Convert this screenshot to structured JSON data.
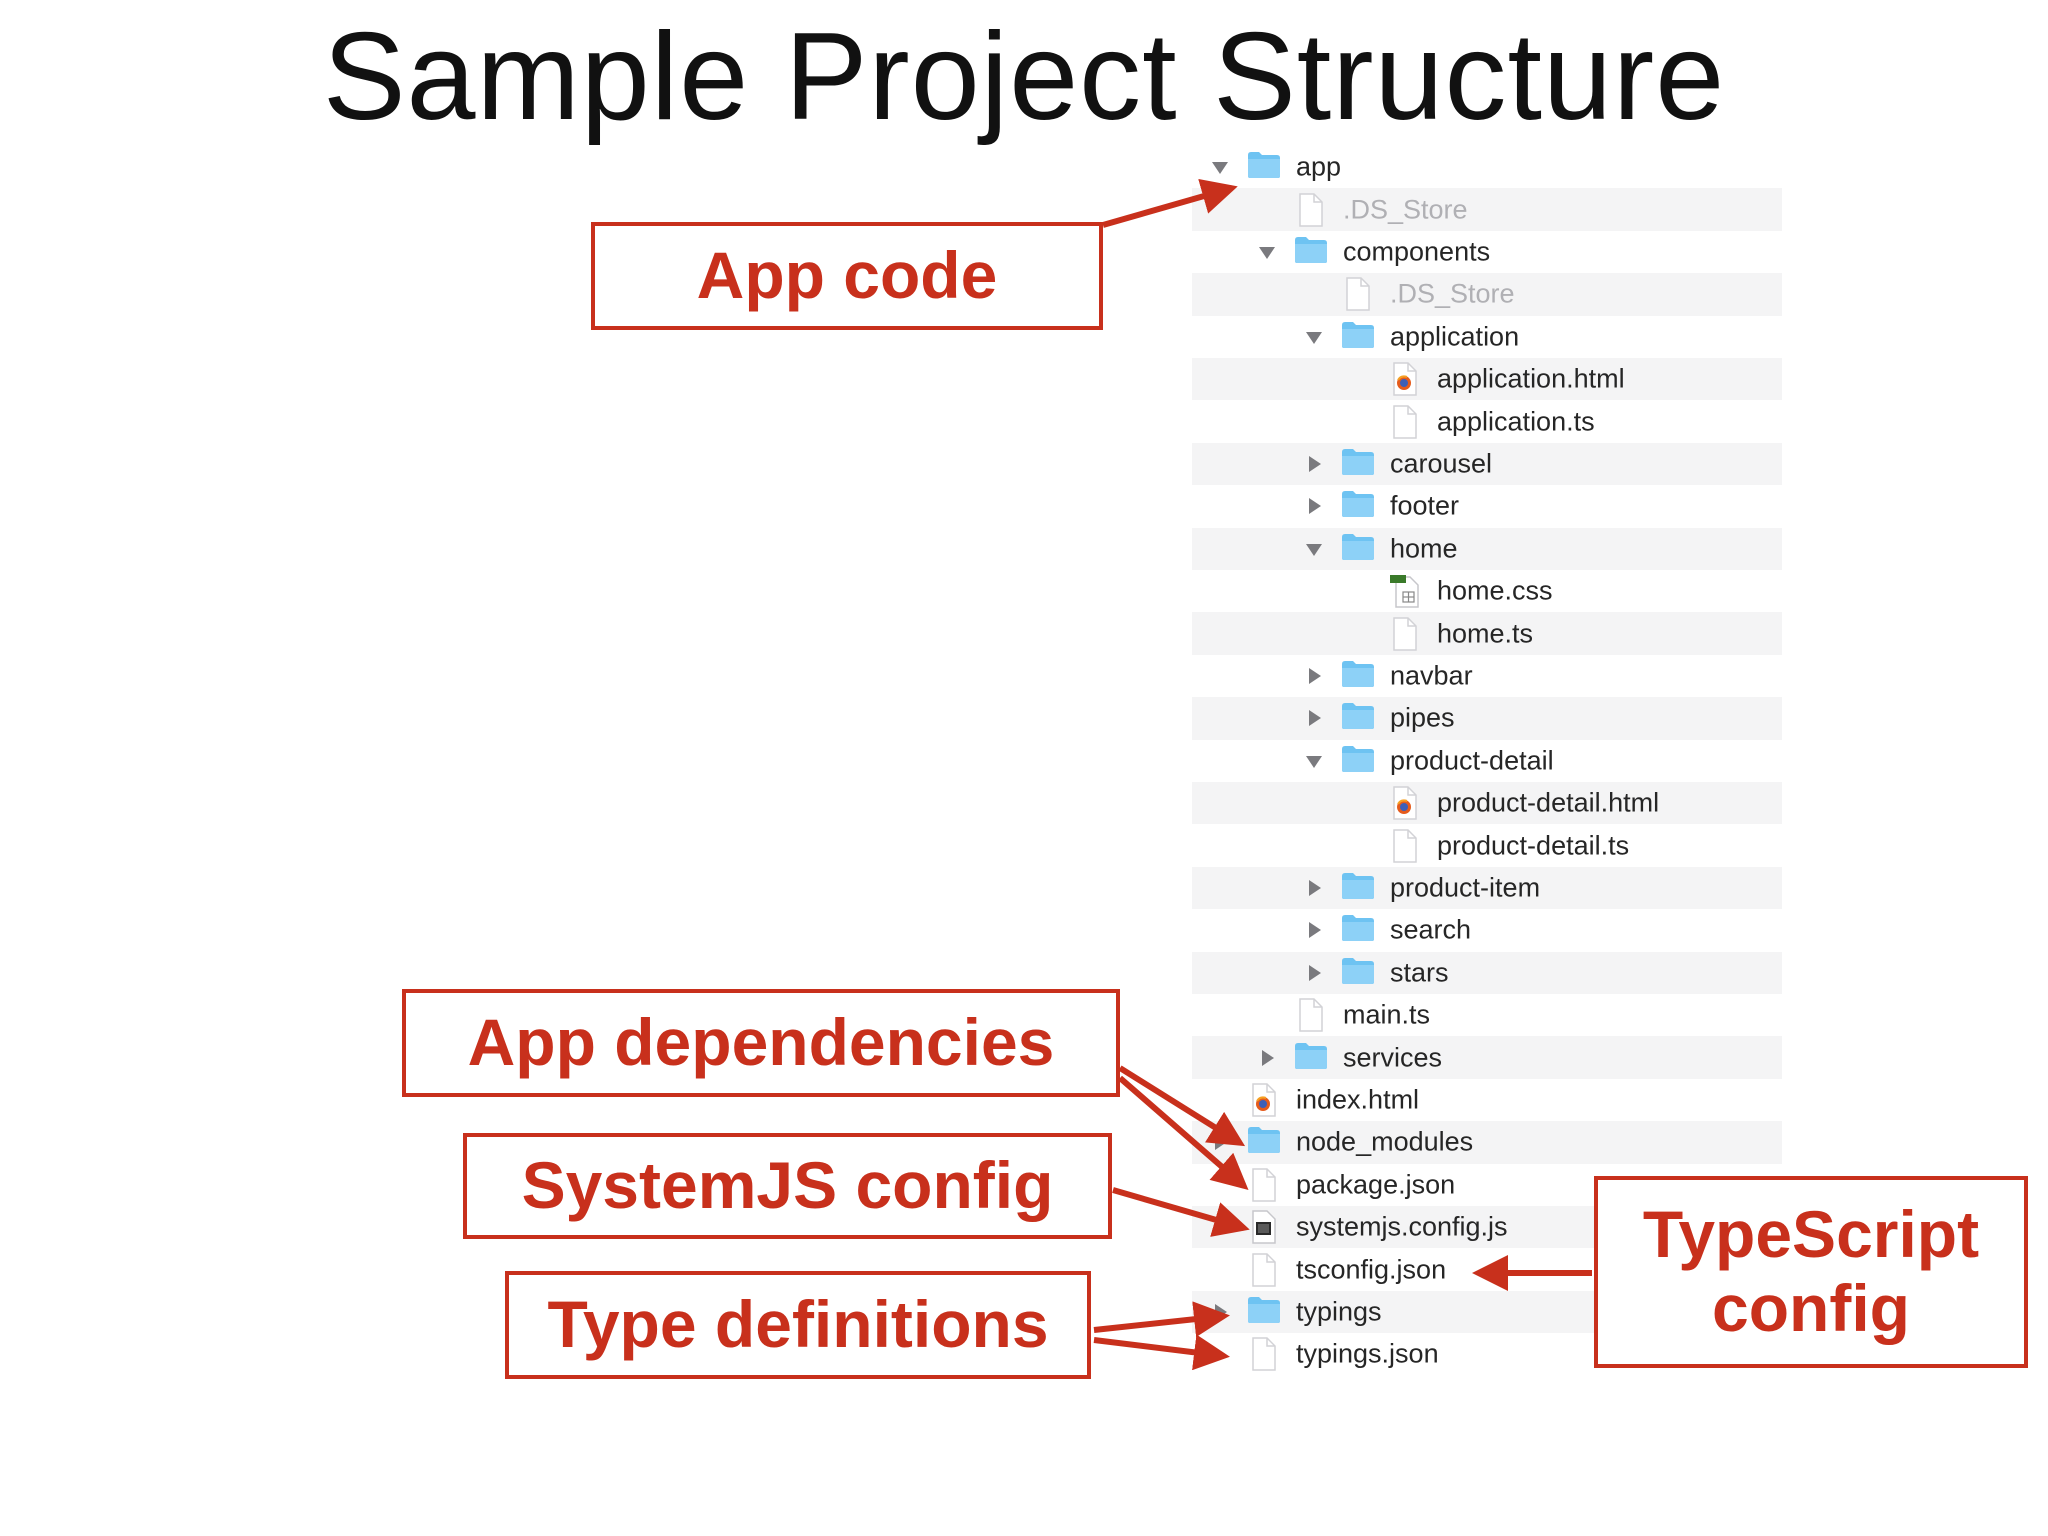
{
  "title": "Sample Project Structure",
  "tree": [
    {
      "label": "app",
      "depth": 0,
      "kind": "folder",
      "toggle": "expanded",
      "dimmed": false
    },
    {
      "label": ".DS_Store",
      "depth": 1,
      "kind": "blank",
      "toggle": "none",
      "dimmed": true
    },
    {
      "label": "components",
      "depth": 1,
      "kind": "folder",
      "toggle": "expanded",
      "dimmed": false
    },
    {
      "label": ".DS_Store",
      "depth": 2,
      "kind": "blank",
      "toggle": "none",
      "dimmed": true
    },
    {
      "label": "application",
      "depth": 2,
      "kind": "folder",
      "toggle": "expanded",
      "dimmed": false
    },
    {
      "label": "application.html",
      "depth": 3,
      "kind": "html",
      "toggle": "none",
      "dimmed": false
    },
    {
      "label": "application.ts",
      "depth": 3,
      "kind": "blank",
      "toggle": "none",
      "dimmed": false
    },
    {
      "label": "carousel",
      "depth": 2,
      "kind": "folder",
      "toggle": "collapsed",
      "dimmed": false
    },
    {
      "label": "footer",
      "depth": 2,
      "kind": "folder",
      "toggle": "collapsed",
      "dimmed": false
    },
    {
      "label": "home",
      "depth": 2,
      "kind": "folder",
      "toggle": "expanded",
      "dimmed": false
    },
    {
      "label": "home.css",
      "depth": 3,
      "kind": "css",
      "toggle": "none",
      "dimmed": false
    },
    {
      "label": "home.ts",
      "depth": 3,
      "kind": "blank",
      "toggle": "none",
      "dimmed": false
    },
    {
      "label": "navbar",
      "depth": 2,
      "kind": "folder",
      "toggle": "collapsed",
      "dimmed": false
    },
    {
      "label": "pipes",
      "depth": 2,
      "kind": "folder",
      "toggle": "collapsed",
      "dimmed": false
    },
    {
      "label": "product-detail",
      "depth": 2,
      "kind": "folder",
      "toggle": "expanded",
      "dimmed": false
    },
    {
      "label": "product-detail.html",
      "depth": 3,
      "kind": "html",
      "toggle": "none",
      "dimmed": false
    },
    {
      "label": "product-detail.ts",
      "depth": 3,
      "kind": "blank",
      "toggle": "none",
      "dimmed": false
    },
    {
      "label": "product-item",
      "depth": 2,
      "kind": "folder",
      "toggle": "collapsed",
      "dimmed": false
    },
    {
      "label": "search",
      "depth": 2,
      "kind": "folder",
      "toggle": "collapsed",
      "dimmed": false
    },
    {
      "label": "stars",
      "depth": 2,
      "kind": "folder",
      "toggle": "collapsed",
      "dimmed": false
    },
    {
      "label": "main.ts",
      "depth": 1,
      "kind": "blank",
      "toggle": "none",
      "dimmed": false
    },
    {
      "label": "services",
      "depth": 1,
      "kind": "folder",
      "toggle": "collapsed",
      "dimmed": false
    },
    {
      "label": "index.html",
      "depth": 0,
      "kind": "html",
      "toggle": "none",
      "dimmed": false
    },
    {
      "label": "node_modules",
      "depth": 0,
      "kind": "folder",
      "toggle": "collapsed",
      "dimmed": false
    },
    {
      "label": "package.json",
      "depth": 0,
      "kind": "blank",
      "toggle": "none",
      "dimmed": false
    },
    {
      "label": "systemjs.config.js",
      "depth": 0,
      "kind": "exec",
      "toggle": "none",
      "dimmed": false
    },
    {
      "label": "tsconfig.json",
      "depth": 0,
      "kind": "blank",
      "toggle": "none",
      "dimmed": false
    },
    {
      "label": "typings",
      "depth": 0,
      "kind": "folder",
      "toggle": "collapsed",
      "dimmed": false
    },
    {
      "label": "typings.json",
      "depth": 0,
      "kind": "blank",
      "toggle": "none",
      "dimmed": false
    }
  ],
  "callouts": {
    "app_code": "App code",
    "app_dependencies": "App dependencies",
    "systemjs_config": "SystemJS config",
    "type_definitions": "Type definitions",
    "typescript_config_line1": "TypeScript",
    "typescript_config_line2": "config"
  },
  "colors": {
    "accent": "#c8301c",
    "folder": "#6ec3f2",
    "stripe": "#f4f4f5"
  }
}
